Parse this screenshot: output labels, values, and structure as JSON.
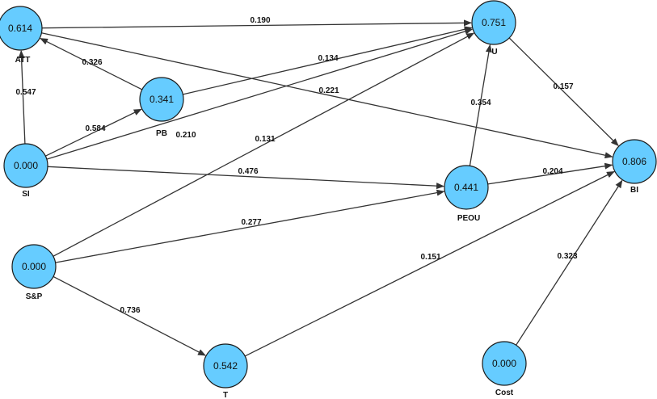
{
  "colors": {
    "node_fill": "#66ccff",
    "node_stroke": "#1a1a1a",
    "edge": "#333333",
    "text": "#111111",
    "background": "#ffffff"
  },
  "nodes": {
    "att": {
      "label": "ATT",
      "value": "0.614"
    },
    "u": {
      "label": "U",
      "value": "0.751"
    },
    "pb": {
      "label": "PB",
      "value": "0.341"
    },
    "si": {
      "label": "SI",
      "value": "0.000"
    },
    "peou": {
      "label": "PEOU",
      "value": "0.441"
    },
    "bi": {
      "label": "BI",
      "value": "0.806"
    },
    "sp": {
      "label": "S&P",
      "value": "0.000"
    },
    "t": {
      "label": "T",
      "value": "0.542"
    },
    "cost": {
      "label": "Cost",
      "value": "0.000"
    }
  },
  "edges": [
    {
      "id": "att-u",
      "from": "att",
      "to": "u",
      "coef": "0.190"
    },
    {
      "id": "att-bi",
      "from": "att",
      "to": "bi",
      "coef": "0.221"
    },
    {
      "id": "pb-att",
      "from": "pb",
      "to": "att",
      "coef": "0.326"
    },
    {
      "id": "pb-u",
      "from": "pb",
      "to": "u",
      "coef": "0.134"
    },
    {
      "id": "si-att",
      "from": "si",
      "to": "att",
      "coef": "0.547"
    },
    {
      "id": "si-pb",
      "from": "si",
      "to": "pb",
      "coef": "0.584"
    },
    {
      "id": "si-u",
      "from": "si",
      "to": "u",
      "coef": "0.210"
    },
    {
      "id": "si-peou",
      "from": "si",
      "to": "peou",
      "coef": "0.476"
    },
    {
      "id": "sp-u",
      "from": "sp",
      "to": "u",
      "coef": "0.131"
    },
    {
      "id": "sp-peou",
      "from": "sp",
      "to": "peou",
      "coef": "0.277"
    },
    {
      "id": "sp-t",
      "from": "sp",
      "to": "t",
      "coef": "0.736"
    },
    {
      "id": "peou-u",
      "from": "peou",
      "to": "u",
      "coef": "0.354"
    },
    {
      "id": "peou-bi",
      "from": "peou",
      "to": "bi",
      "coef": "0.204"
    },
    {
      "id": "u-bi",
      "from": "u",
      "to": "bi",
      "coef": "0.157"
    },
    {
      "id": "t-bi",
      "from": "t",
      "to": "bi",
      "coef": "0.151"
    },
    {
      "id": "cost-bi",
      "from": "cost",
      "to": "bi",
      "coef": "0.323"
    }
  ]
}
